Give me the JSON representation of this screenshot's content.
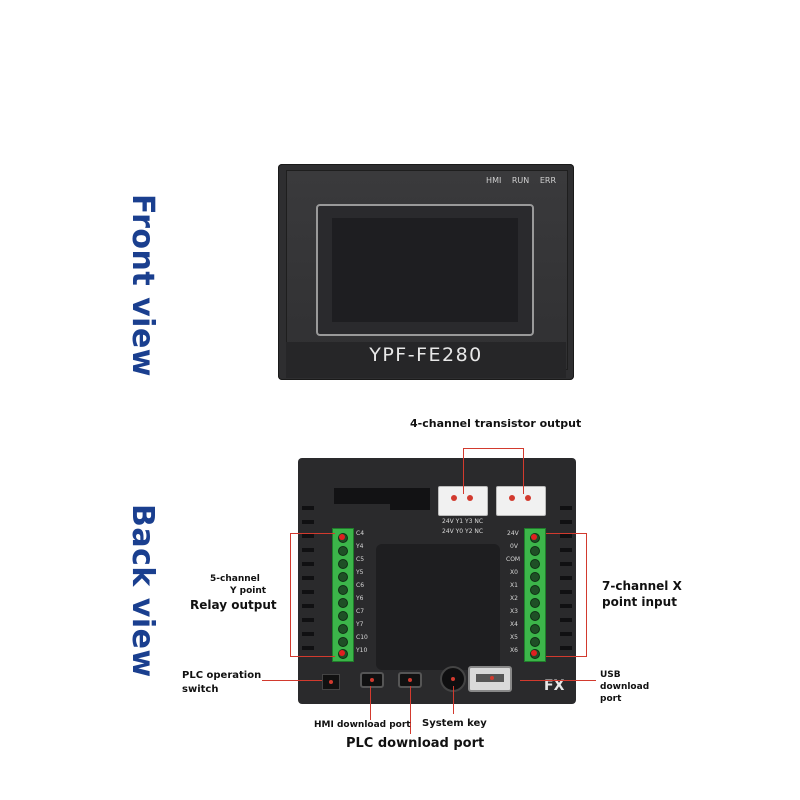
{
  "side_labels": {
    "front": "Front view",
    "back": "Back view"
  },
  "front": {
    "leds": [
      "HMI",
      "RUN",
      "ERR"
    ],
    "model": "YPF-FE280"
  },
  "back": {
    "connector_labels": [
      "24V Y1 Y3 NC",
      "24V Y0 Y2 NC"
    ],
    "left_terminals": [
      "C4",
      "Y4",
      "C5",
      "Y5",
      "C6",
      "Y6",
      "C7",
      "Y7",
      "C10",
      "Y10"
    ],
    "right_terminals": [
      "24V",
      "0V",
      "COM",
      "X0",
      "X1",
      "X2",
      "X3",
      "X4",
      "X5",
      "X6"
    ],
    "fx_label": "FX"
  },
  "callouts": {
    "transistor": "4-channel transistor output",
    "y_point_line1": "5-channel",
    "y_point_line2": "Y point",
    "relay": "Relay output",
    "x_input_line1": "7-channel X",
    "x_input_line2": "point input",
    "plc_switch_line1": "PLC operation",
    "plc_switch_line2": "switch",
    "usb_line1": "USB",
    "usb_line2": "download",
    "usb_line3": "port",
    "hmi_port": "HMI download port",
    "system_key": "System key",
    "plc_port": "PLC download port"
  },
  "colors": {
    "label_blue": "#1a3f8f",
    "callout_red": "#d23a2e",
    "terminal_green": "#3cb54a"
  }
}
